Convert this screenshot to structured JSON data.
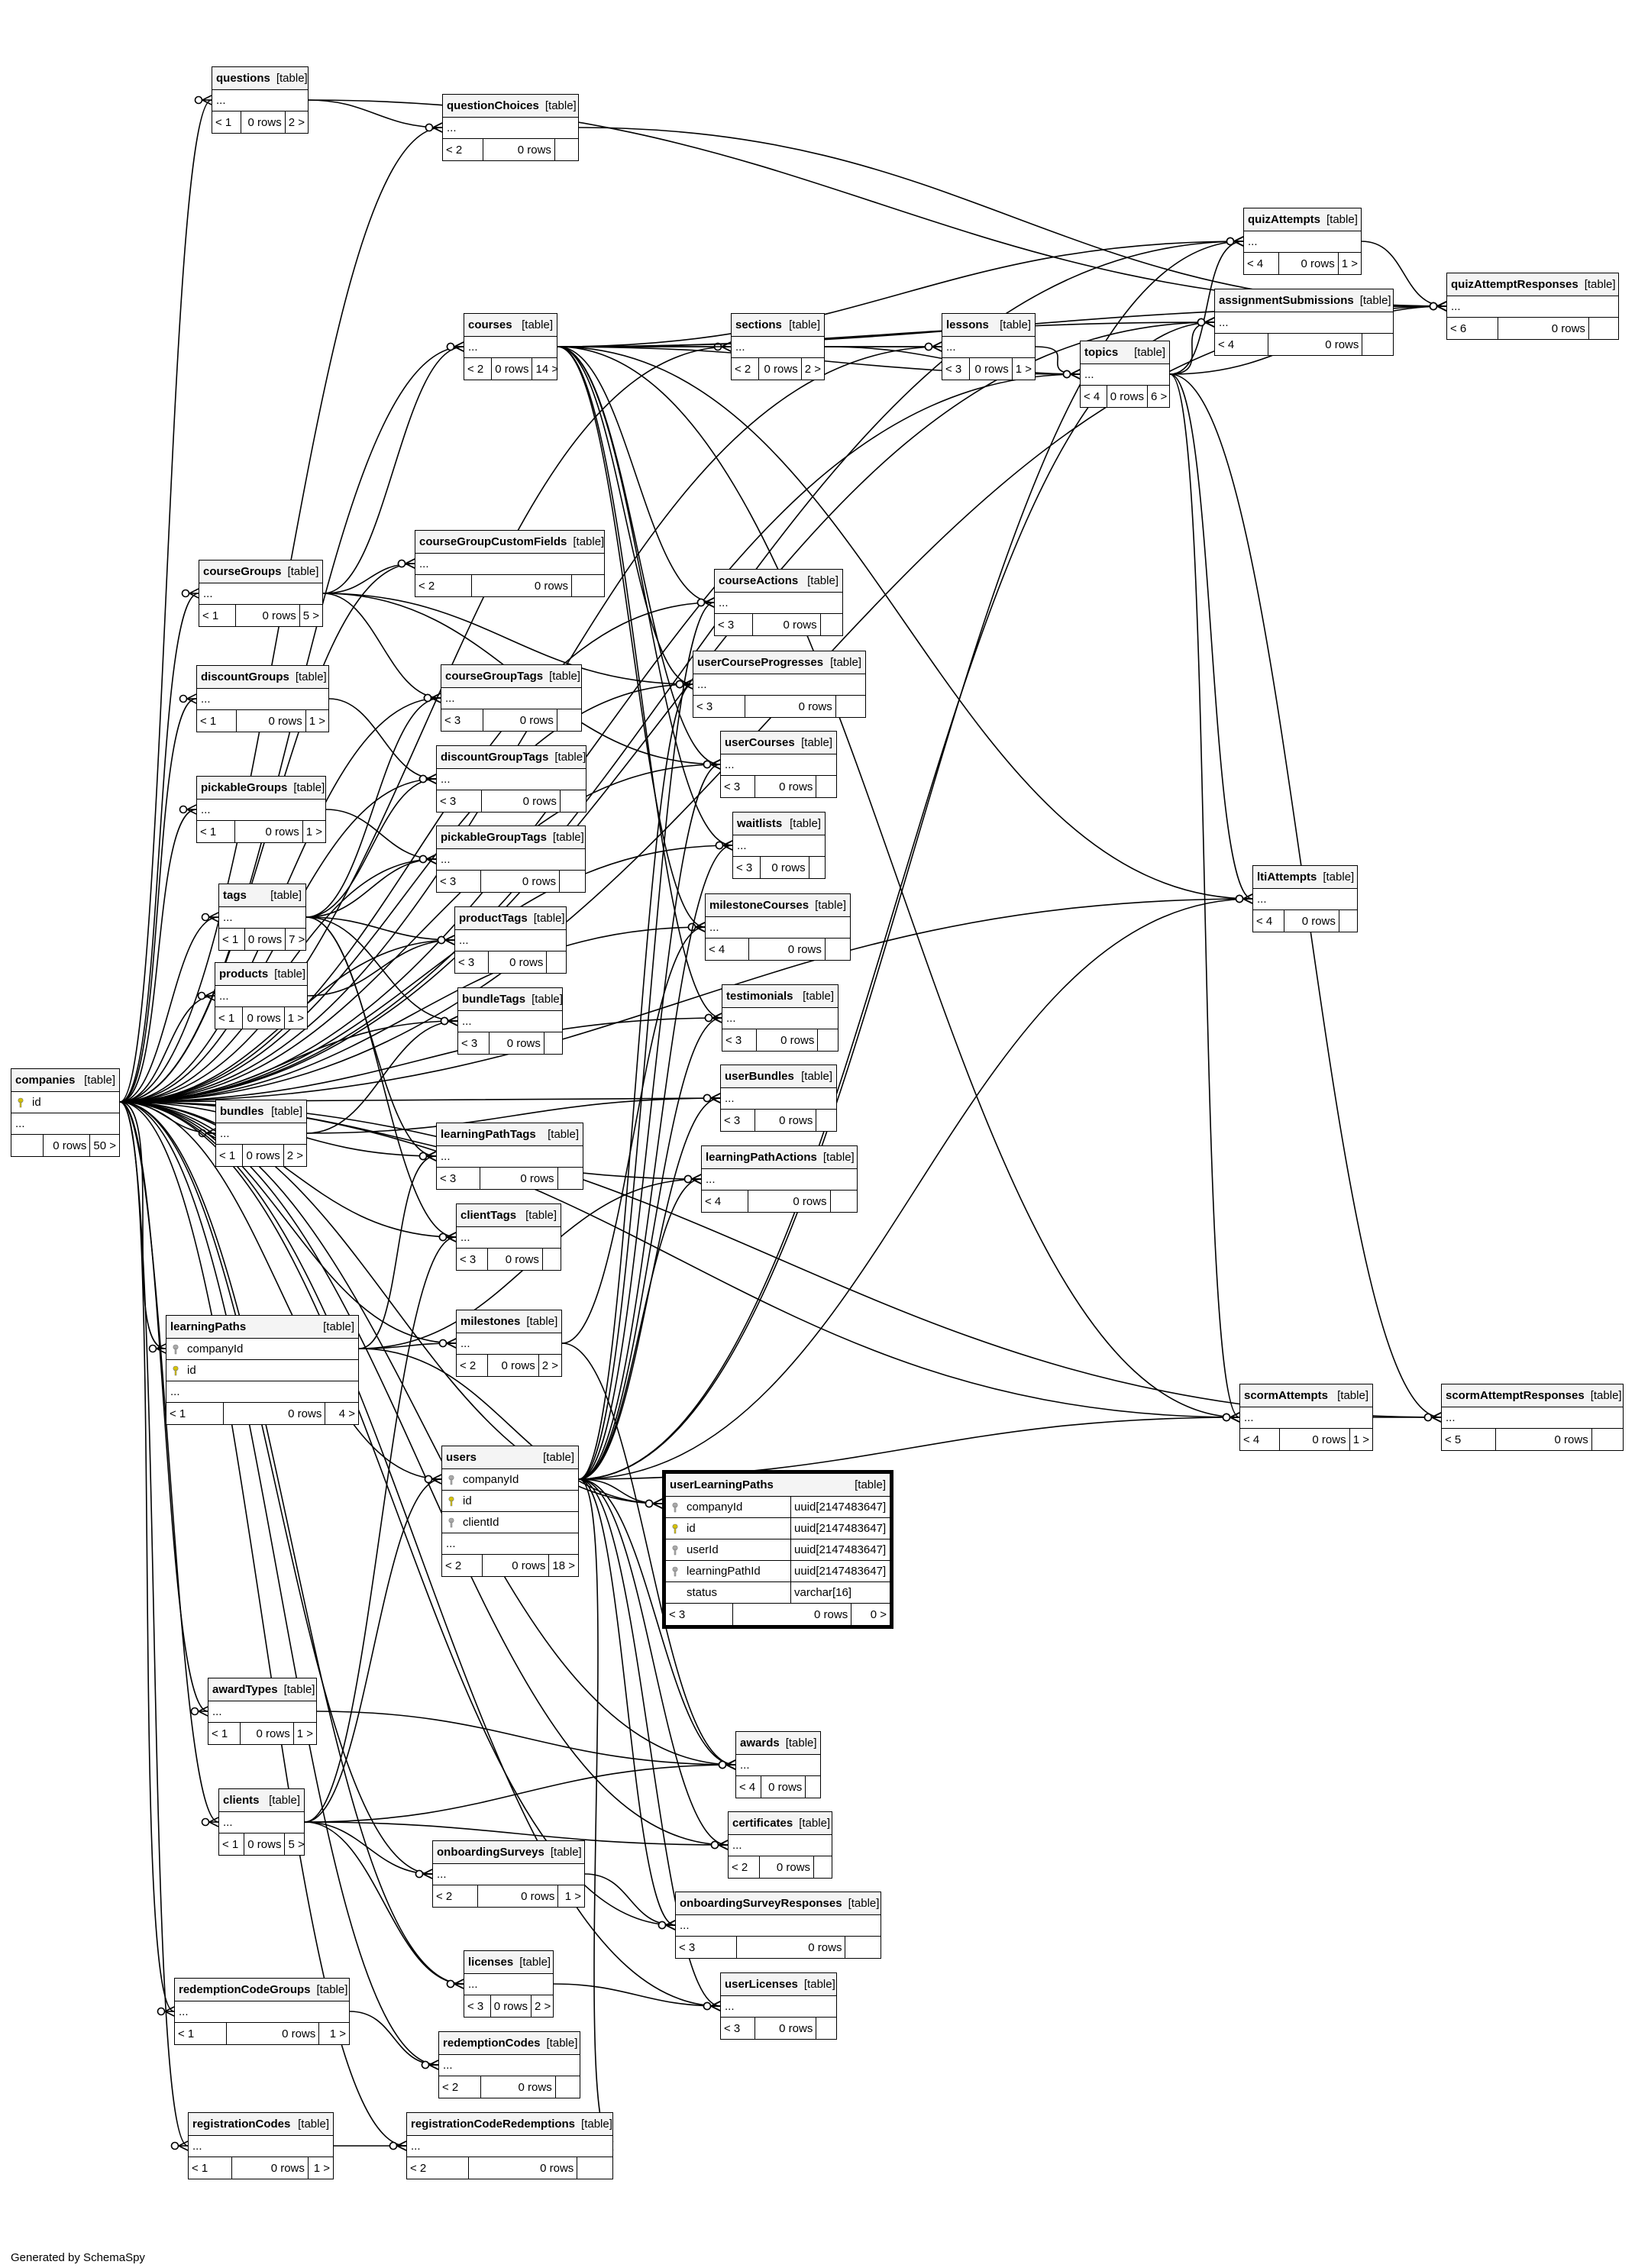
{
  "footer": "Generated by SchemaSpy",
  "table_kind": "[table]",
  "tables": {
    "companies": {
      "name": "companies",
      "rows": [
        "id",
        "..."
      ],
      "parents": "",
      "count": "0 rows",
      "children": "50 >"
    },
    "questions": {
      "name": "questions",
      "rows": [
        "..."
      ],
      "parents": "< 1",
      "count": "0 rows",
      "children": "2 >"
    },
    "questionChoices": {
      "name": "questionChoices",
      "rows": [
        "..."
      ],
      "parents": "< 2",
      "count": "0 rows",
      "children": ""
    },
    "quizAttempts": {
      "name": "quizAttempts",
      "rows": [
        "..."
      ],
      "parents": "< 4",
      "count": "0 rows",
      "children": "1 >"
    },
    "quizAttemptResponses": {
      "name": "quizAttemptResponses",
      "rows": [
        "..."
      ],
      "parents": "< 6",
      "count": "0 rows",
      "children": ""
    },
    "assignmentSubmissions": {
      "name": "assignmentSubmissions",
      "rows": [
        "..."
      ],
      "parents": "< 4",
      "count": "0 rows",
      "children": ""
    },
    "courses": {
      "name": "courses",
      "rows": [
        "..."
      ],
      "parents": "< 2",
      "count": "0 rows",
      "children": "14 >"
    },
    "sections": {
      "name": "sections",
      "rows": [
        "..."
      ],
      "parents": "< 2",
      "count": "0 rows",
      "children": "2 >"
    },
    "lessons": {
      "name": "lessons",
      "rows": [
        "..."
      ],
      "parents": "< 3",
      "count": "0 rows",
      "children": "1 >"
    },
    "topics": {
      "name": "topics",
      "rows": [
        "..."
      ],
      "parents": "< 4",
      "count": "0 rows",
      "children": "6 >"
    },
    "courseGroupCustomFields": {
      "name": "courseGroupCustomFields",
      "rows": [
        "..."
      ],
      "parents": "< 2",
      "count": "0 rows",
      "children": ""
    },
    "courseGroups": {
      "name": "courseGroups",
      "rows": [
        "..."
      ],
      "parents": "< 1",
      "count": "0 rows",
      "children": "5 >"
    },
    "courseActions": {
      "name": "courseActions",
      "rows": [
        "..."
      ],
      "parents": "< 3",
      "count": "0 rows",
      "children": ""
    },
    "userCourseProgresses": {
      "name": "userCourseProgresses",
      "rows": [
        "..."
      ],
      "parents": "< 3",
      "count": "0 rows",
      "children": ""
    },
    "discountGroups": {
      "name": "discountGroups",
      "rows": [
        "..."
      ],
      "parents": "< 1",
      "count": "0 rows",
      "children": "1 >"
    },
    "courseGroupTags": {
      "name": "courseGroupTags",
      "rows": [
        "..."
      ],
      "parents": "< 3",
      "count": "0 rows",
      "children": ""
    },
    "userCourses": {
      "name": "userCourses",
      "rows": [
        "..."
      ],
      "parents": "< 3",
      "count": "0 rows",
      "children": ""
    },
    "discountGroupTags": {
      "name": "discountGroupTags",
      "rows": [
        "..."
      ],
      "parents": "< 3",
      "count": "0 rows",
      "children": ""
    },
    "pickableGroups": {
      "name": "pickableGroups",
      "rows": [
        "..."
      ],
      "parents": "< 1",
      "count": "0 rows",
      "children": "1 >"
    },
    "waitlists": {
      "name": "waitlists",
      "rows": [
        "..."
      ],
      "parents": "< 3",
      "count": "0 rows",
      "children": ""
    },
    "pickableGroupTags": {
      "name": "pickableGroupTags",
      "rows": [
        "..."
      ],
      "parents": "< 3",
      "count": "0 rows",
      "children": ""
    },
    "ltiAttempts": {
      "name": "ltiAttempts",
      "rows": [
        "..."
      ],
      "parents": "< 4",
      "count": "0 rows",
      "children": ""
    },
    "tags": {
      "name": "tags",
      "rows": [
        "..."
      ],
      "parents": "< 1",
      "count": "0 rows",
      "children": "7 >"
    },
    "milestoneCourses": {
      "name": "milestoneCourses",
      "rows": [
        "..."
      ],
      "parents": "< 4",
      "count": "0 rows",
      "children": ""
    },
    "productTags": {
      "name": "productTags",
      "rows": [
        "..."
      ],
      "parents": "< 3",
      "count": "0 rows",
      "children": ""
    },
    "products": {
      "name": "products",
      "rows": [
        "..."
      ],
      "parents": "< 1",
      "count": "0 rows",
      "children": "1 >"
    },
    "testimonials": {
      "name": "testimonials",
      "rows": [
        "..."
      ],
      "parents": "< 3",
      "count": "0 rows",
      "children": ""
    },
    "bundleTags": {
      "name": "bundleTags",
      "rows": [
        "..."
      ],
      "parents": "< 3",
      "count": "0 rows",
      "children": ""
    },
    "userBundles": {
      "name": "userBundles",
      "rows": [
        "..."
      ],
      "parents": "< 3",
      "count": "0 rows",
      "children": ""
    },
    "bundles": {
      "name": "bundles",
      "rows": [
        "..."
      ],
      "parents": "< 1",
      "count": "0 rows",
      "children": "2 >"
    },
    "learningPathTags": {
      "name": "learningPathTags",
      "rows": [
        "..."
      ],
      "parents": "< 3",
      "count": "0 rows",
      "children": ""
    },
    "learningPathActions": {
      "name": "learningPathActions",
      "rows": [
        "..."
      ],
      "parents": "< 4",
      "count": "0 rows",
      "children": ""
    },
    "clientTags": {
      "name": "clientTags",
      "rows": [
        "..."
      ],
      "parents": "< 3",
      "count": "0 rows",
      "children": ""
    },
    "learningPaths": {
      "name": "learningPaths",
      "rows": [
        "companyId",
        "id",
        "..."
      ],
      "parents": "< 1",
      "count": "0 rows",
      "children": "4 >"
    },
    "milestones": {
      "name": "milestones",
      "rows": [
        "..."
      ],
      "parents": "< 2",
      "count": "0 rows",
      "children": "2 >"
    },
    "scormAttempts": {
      "name": "scormAttempts",
      "rows": [
        "..."
      ],
      "parents": "< 4",
      "count": "0 rows",
      "children": "1 >"
    },
    "scormAttemptResponses": {
      "name": "scormAttemptResponses",
      "rows": [
        "..."
      ],
      "parents": "< 5",
      "count": "0 rows",
      "children": ""
    },
    "users": {
      "name": "users",
      "rows": [
        "companyId",
        "id",
        "clientId",
        "..."
      ],
      "parents": "< 2",
      "count": "0 rows",
      "children": "18 >"
    },
    "userLearningPaths": {
      "name": "userLearningPaths",
      "rows": [
        "companyId",
        "id",
        "userId",
        "learningPathId",
        "status"
      ],
      "types": [
        "uuid[2147483647]",
        "uuid[2147483647]",
        "uuid[2147483647]",
        "uuid[2147483647]",
        "varchar[16]"
      ],
      "parents": "< 3",
      "count": "0 rows",
      "children": "0 >"
    },
    "awardTypes": {
      "name": "awardTypes",
      "rows": [
        "..."
      ],
      "parents": "< 1",
      "count": "0 rows",
      "children": "1 >"
    },
    "awards": {
      "name": "awards",
      "rows": [
        "..."
      ],
      "parents": "< 4",
      "count": "0 rows",
      "children": ""
    },
    "clients": {
      "name": "clients",
      "rows": [
        "..."
      ],
      "parents": "< 1",
      "count": "0 rows",
      "children": "5 >"
    },
    "certificates": {
      "name": "certificates",
      "rows": [
        "..."
      ],
      "parents": "< 2",
      "count": "0 rows",
      "children": ""
    },
    "onboardingSurveys": {
      "name": "onboardingSurveys",
      "rows": [
        "..."
      ],
      "parents": "< 2",
      "count": "0 rows",
      "children": "1 >"
    },
    "onboardingSurveyResponses": {
      "name": "onboardingSurveyResponses",
      "rows": [
        "..."
      ],
      "parents": "< 3",
      "count": "0 rows",
      "children": ""
    },
    "licenses": {
      "name": "licenses",
      "rows": [
        "..."
      ],
      "parents": "< 3",
      "count": "0 rows",
      "children": "2 >"
    },
    "userLicenses": {
      "name": "userLicenses",
      "rows": [
        "..."
      ],
      "parents": "< 3",
      "count": "0 rows",
      "children": ""
    },
    "redemptionCodeGroups": {
      "name": "redemptionCodeGroups",
      "rows": [
        "..."
      ],
      "parents": "< 1",
      "count": "0 rows",
      "children": "1 >"
    },
    "redemptionCodes": {
      "name": "redemptionCodes",
      "rows": [
        "..."
      ],
      "parents": "< 2",
      "count": "0 rows",
      "children": ""
    },
    "registrationCodes": {
      "name": "registrationCodes",
      "rows": [
        "..."
      ],
      "parents": "< 1",
      "count": "0 rows",
      "children": "1 >"
    },
    "registrationCodeRedemptions": {
      "name": "registrationCodeRedemptions",
      "rows": [
        "..."
      ],
      "parents": "< 2",
      "count": "0 rows",
      "children": ""
    }
  },
  "key_rows": {
    "companies": {
      "id": "pk"
    },
    "learningPaths": {
      "companyId": "fk",
      "id": "pk"
    },
    "users": {
      "companyId": "fk",
      "id": "pk",
      "clientId": "fk"
    },
    "userLearningPaths": {
      "companyId": "fk",
      "id": "pk",
      "userId": "fk",
      "learningPathId": "fk"
    }
  },
  "relationships": [
    [
      "companies",
      "questions"
    ],
    [
      "companies",
      "questionChoices"
    ],
    [
      "companies",
      "quizAttempts"
    ],
    [
      "companies",
      "quizAttemptResponses"
    ],
    [
      "companies",
      "assignmentSubmissions"
    ],
    [
      "companies",
      "courses"
    ],
    [
      "companies",
      "sections"
    ],
    [
      "companies",
      "lessons"
    ],
    [
      "companies",
      "topics"
    ],
    [
      "companies",
      "courseGroupCustomFields"
    ],
    [
      "companies",
      "courseGroups"
    ],
    [
      "companies",
      "courseActions"
    ],
    [
      "companies",
      "userCourseProgresses"
    ],
    [
      "companies",
      "discountGroups"
    ],
    [
      "companies",
      "courseGroupTags"
    ],
    [
      "companies",
      "userCourses"
    ],
    [
      "companies",
      "discountGroupTags"
    ],
    [
      "companies",
      "pickableGroups"
    ],
    [
      "companies",
      "waitlists"
    ],
    [
      "companies",
      "pickableGroupTags"
    ],
    [
      "companies",
      "ltiAttempts"
    ],
    [
      "companies",
      "tags"
    ],
    [
      "companies",
      "milestoneCourses"
    ],
    [
      "companies",
      "productTags"
    ],
    [
      "companies",
      "products"
    ],
    [
      "companies",
      "testimonials"
    ],
    [
      "companies",
      "bundleTags"
    ],
    [
      "companies",
      "userBundles"
    ],
    [
      "companies",
      "bundles"
    ],
    [
      "companies",
      "learningPathTags"
    ],
    [
      "companies",
      "learningPathActions"
    ],
    [
      "companies",
      "clientTags"
    ],
    [
      "companies",
      "learningPaths"
    ],
    [
      "companies",
      "milestones"
    ],
    [
      "companies",
      "scormAttempts"
    ],
    [
      "companies",
      "scormAttemptResponses"
    ],
    [
      "companies",
      "users"
    ],
    [
      "companies",
      "userLearningPaths"
    ],
    [
      "companies",
      "awardTypes"
    ],
    [
      "companies",
      "awards"
    ],
    [
      "companies",
      "clients"
    ],
    [
      "companies",
      "certificates"
    ],
    [
      "companies",
      "onboardingSurveys"
    ],
    [
      "companies",
      "onboardingSurveyResponses"
    ],
    [
      "companies",
      "licenses"
    ],
    [
      "companies",
      "userLicenses"
    ],
    [
      "companies",
      "redemptionCodeGroups"
    ],
    [
      "companies",
      "redemptionCodes"
    ],
    [
      "companies",
      "registrationCodes"
    ],
    [
      "companies",
      "registrationCodeRedemptions"
    ],
    [
      "questions",
      "questionChoices"
    ],
    [
      "questions",
      "quizAttemptResponses"
    ],
    [
      "questionChoices",
      "quizAttemptResponses"
    ],
    [
      "quizAttempts",
      "quizAttemptResponses"
    ],
    [
      "courses",
      "sections"
    ],
    [
      "courses",
      "lessons"
    ],
    [
      "courses",
      "topics"
    ],
    [
      "courses",
      "quizAttempts"
    ],
    [
      "courses",
      "assignmentSubmissions"
    ],
    [
      "courses",
      "courseActions"
    ],
    [
      "courses",
      "userCourseProgresses"
    ],
    [
      "courses",
      "userCourses"
    ],
    [
      "courses",
      "waitlists"
    ],
    [
      "courses",
      "milestoneCourses"
    ],
    [
      "courses",
      "testimonials"
    ],
    [
      "courses",
      "ltiAttempts"
    ],
    [
      "courses",
      "scormAttempts"
    ],
    [
      "courses",
      "quizAttemptResponses"
    ],
    [
      "sections",
      "lessons"
    ],
    [
      "sections",
      "topics"
    ],
    [
      "lessons",
      "topics"
    ],
    [
      "topics",
      "quizAttempts"
    ],
    [
      "topics",
      "assignmentSubmissions"
    ],
    [
      "topics",
      "ltiAttempts"
    ],
    [
      "topics",
      "scormAttempts"
    ],
    [
      "topics",
      "quizAttemptResponses"
    ],
    [
      "topics",
      "scormAttemptResponses"
    ],
    [
      "courseGroups",
      "courseGroupCustomFields"
    ],
    [
      "courseGroups",
      "courseGroupTags"
    ],
    [
      "courseGroups",
      "courses"
    ],
    [
      "courseGroups",
      "userCourseProgresses"
    ],
    [
      "courseGroups",
      "userCourses"
    ],
    [
      "discountGroups",
      "discountGroupTags"
    ],
    [
      "pickableGroups",
      "pickableGroupTags"
    ],
    [
      "tags",
      "courseGroupTags"
    ],
    [
      "tags",
      "discountGroupTags"
    ],
    [
      "tags",
      "pickableGroupTags"
    ],
    [
      "tags",
      "productTags"
    ],
    [
      "tags",
      "bundleTags"
    ],
    [
      "tags",
      "learningPathTags"
    ],
    [
      "tags",
      "clientTags"
    ],
    [
      "products",
      "productTags"
    ],
    [
      "bundles",
      "bundleTags"
    ],
    [
      "bundles",
      "userBundles"
    ],
    [
      "learningPaths",
      "learningPathTags"
    ],
    [
      "learningPaths",
      "learningPathActions"
    ],
    [
      "learningPaths",
      "userLearningPaths"
    ],
    [
      "learningPaths",
      "milestones"
    ],
    [
      "milestones",
      "milestoneCourses"
    ],
    [
      "milestones",
      "awards"
    ],
    [
      "scormAttempts",
      "scormAttemptResponses"
    ],
    [
      "users",
      "quizAttempts"
    ],
    [
      "users",
      "assignmentSubmissions"
    ],
    [
      "users",
      "courseActions"
    ],
    [
      "users",
      "userCourseProgresses"
    ],
    [
      "users",
      "userCourses"
    ],
    [
      "users",
      "waitlists"
    ],
    [
      "users",
      "testimonials"
    ],
    [
      "users",
      "userBundles"
    ],
    [
      "users",
      "learningPathActions"
    ],
    [
      "users",
      "ltiAttempts"
    ],
    [
      "users",
      "scormAttempts"
    ],
    [
      "users",
      "userLearningPaths"
    ],
    [
      "users",
      "awards"
    ],
    [
      "users",
      "certificates"
    ],
    [
      "users",
      "onboardingSurveyResponses"
    ],
    [
      "users",
      "userLicenses"
    ],
    [
      "users",
      "registrationCodeRedemptions"
    ],
    [
      "awardTypes",
      "awards"
    ],
    [
      "clients",
      "users"
    ],
    [
      "clients",
      "clientTags"
    ],
    [
      "clients",
      "onboardingSurveys"
    ],
    [
      "clients",
      "licenses"
    ],
    [
      "clients",
      "certificates"
    ],
    [
      "clients",
      "awards"
    ],
    [
      "onboardingSurveys",
      "onboardingSurveyResponses"
    ],
    [
      "licenses",
      "userLicenses"
    ],
    [
      "redemptionCodeGroups",
      "redemptionCodes"
    ],
    [
      "registrationCodes",
      "registrationCodeRedemptions"
    ]
  ]
}
